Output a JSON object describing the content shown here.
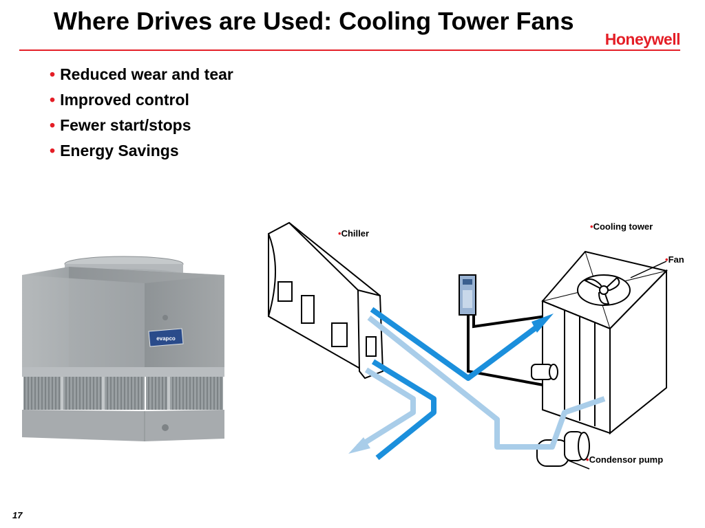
{
  "slide": {
    "title": "Where Drives are Used: Cooling Tower Fans",
    "logo_text": "Honeywell",
    "bullets": [
      "Reduced wear and tear",
      "Improved control",
      "Fewer start/stops",
      "Energy Savings"
    ],
    "bullet_glyph": "•",
    "page_number": "17"
  },
  "photo": {
    "brand_plate": "evapco"
  },
  "diagram": {
    "labels": {
      "chiller": "Chiller",
      "cooling_tower": "Cooling tower",
      "fan": "Fan",
      "condensor_pump": "Condensor pump"
    }
  },
  "colors": {
    "accent_red": "#e41e26",
    "flow_dark_blue": "#1b8fdc",
    "flow_light_blue": "#a9cde9"
  }
}
